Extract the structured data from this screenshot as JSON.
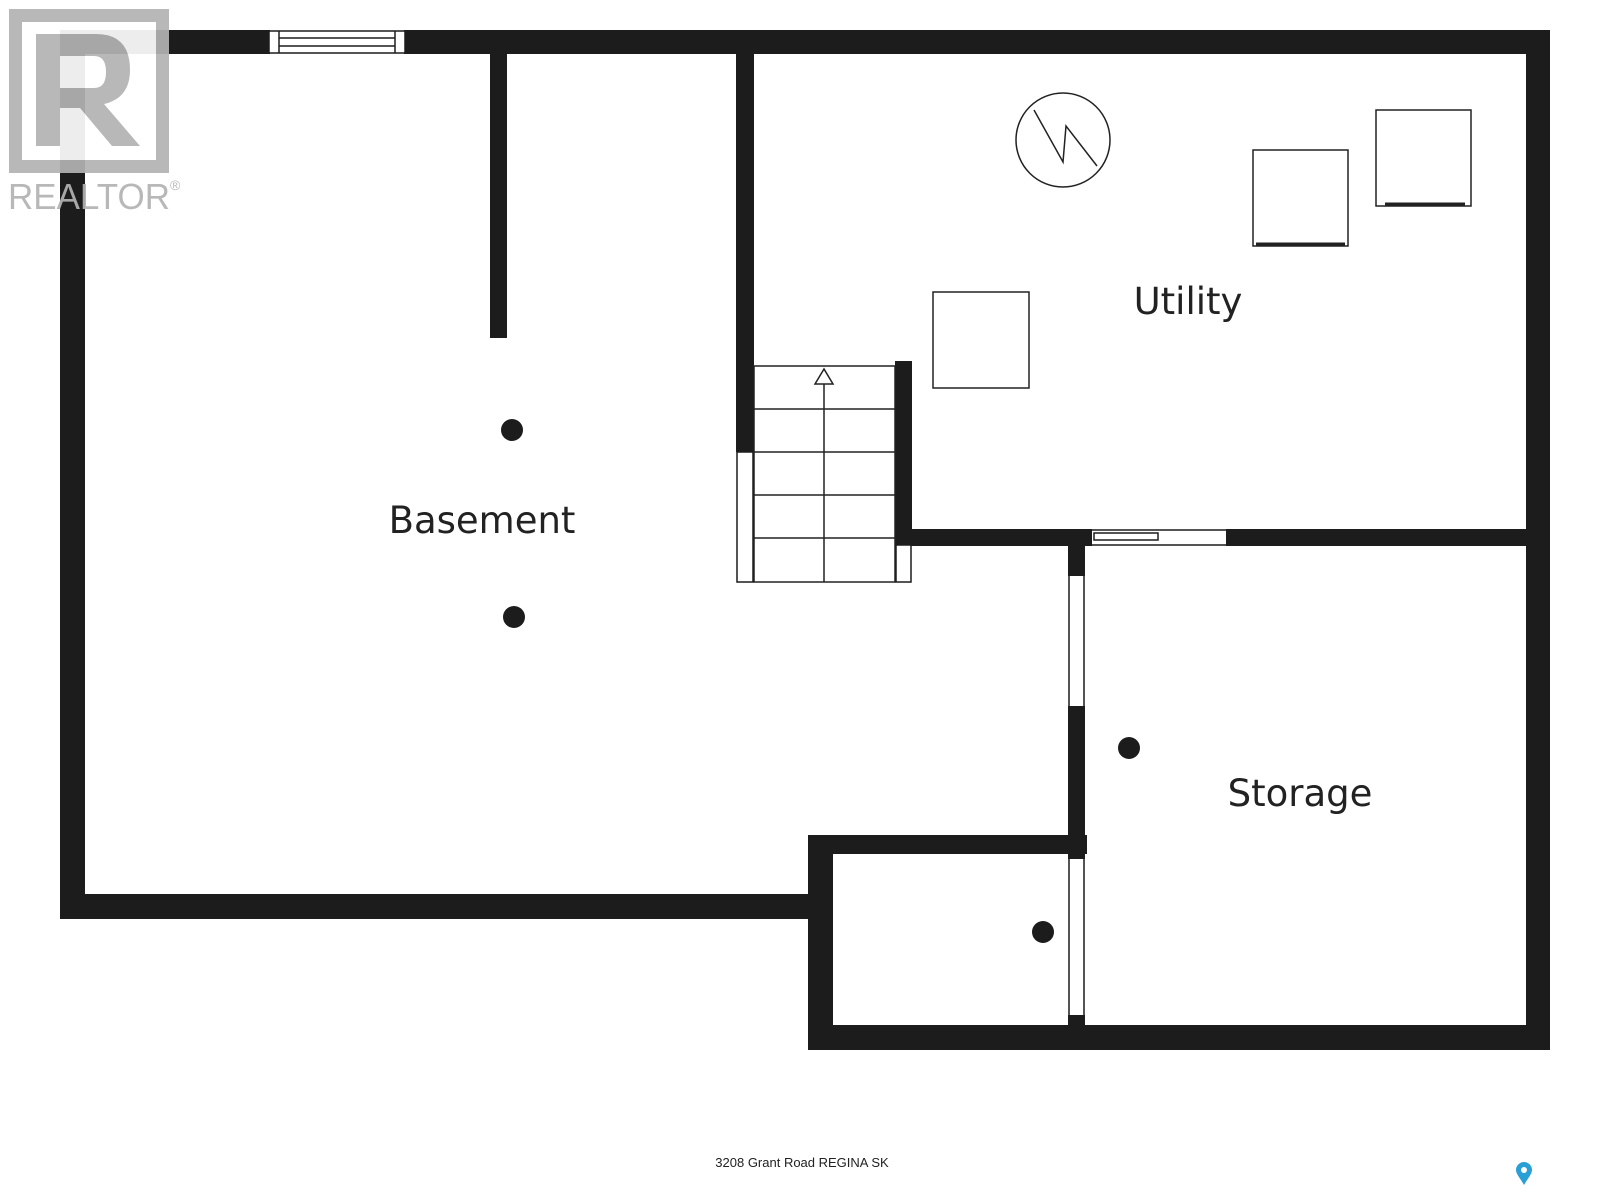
{
  "logo": {
    "letter": "R",
    "wordmark": "REALTOR",
    "registered": "®",
    "color": "#b3b3b3",
    "icon": "realtor-r-icon"
  },
  "rooms": {
    "basement": "Basement",
    "utility": "Utility",
    "storage": "Storage"
  },
  "caption": "3208 Grant Road REGINA SK",
  "corner_marker": {
    "icon": "location-pin-icon",
    "color": "#2a9fd6"
  },
  "colors": {
    "wall": "#1c1c1c",
    "background": "#ffffff",
    "fixture_stroke": "#222222"
  }
}
